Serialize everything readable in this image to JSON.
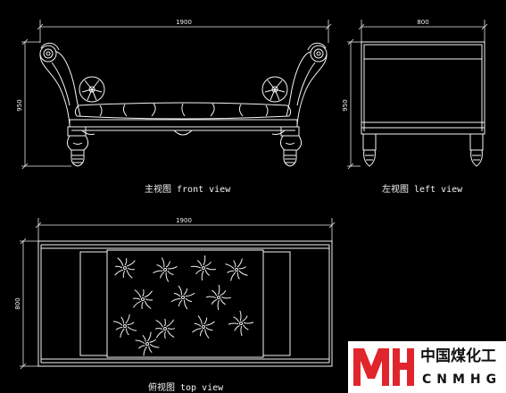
{
  "front_view": {
    "caption": "主视图  front view",
    "width_dim": "1900",
    "height_dim": "950"
  },
  "left_view": {
    "caption": "左视图  left view",
    "width_dim": "800",
    "height_dim": "950"
  },
  "top_view": {
    "caption": "俯视图  top view",
    "width_dim": "1900",
    "depth_dim": "800"
  },
  "watermark": {
    "logo_text": "MH",
    "chinese": "中国煤化工",
    "english": "CNMHG",
    "brand_color": "#e0262c"
  }
}
